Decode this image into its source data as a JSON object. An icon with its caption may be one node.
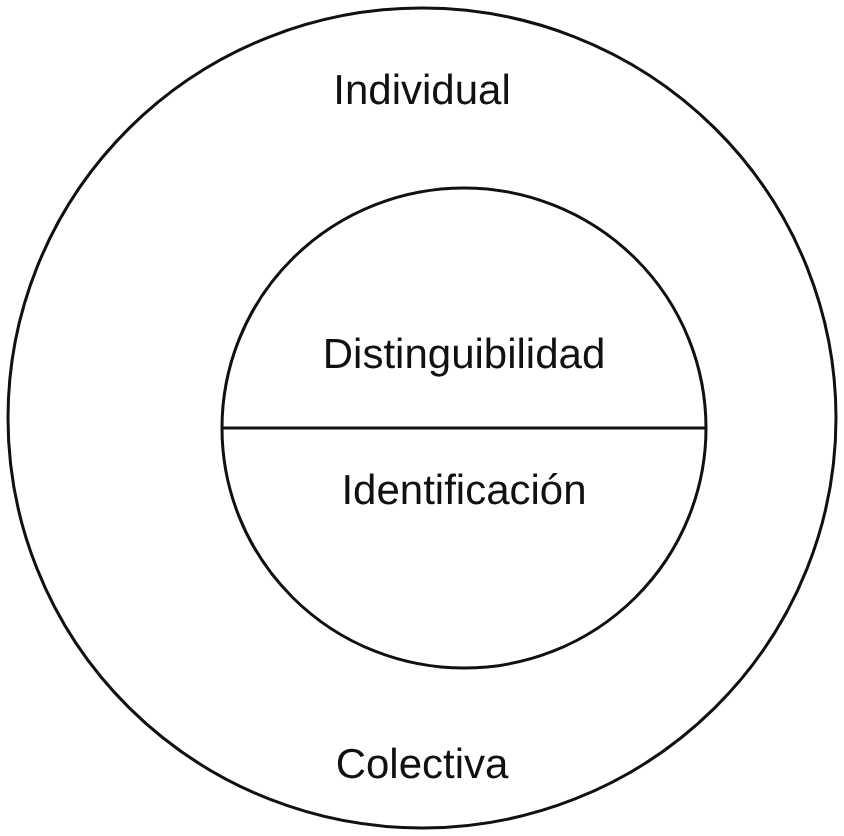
{
  "diagram": {
    "nodes": [
      {
        "text": [
          "Individual",
          "Colectiva"
        ]
      },
      {
        "text": [
          "Distinguibilidad",
          "Identificación"
        ],
        "in": 0
      }
    ]
  }
}
